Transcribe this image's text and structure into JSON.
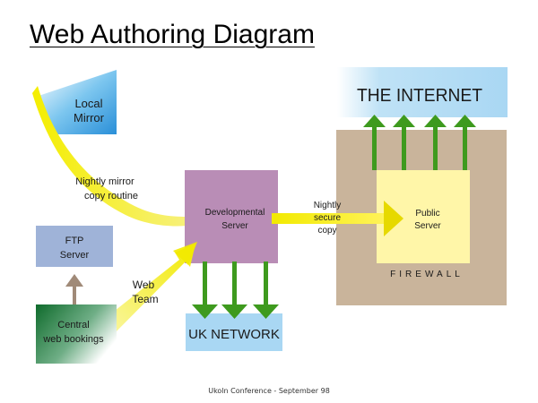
{
  "slide": {
    "title": "Web Authoring Diagram",
    "footer": "Ukoln Conference - September 98"
  },
  "nodes": {
    "local_mirror": {
      "line1": "Local",
      "line2": "Mirror"
    },
    "ftp_server": {
      "line1": "FTP",
      "line2": "Server"
    },
    "central_bookings": {
      "line1": "Central",
      "line2": "web bookings"
    },
    "developmental_server": {
      "line1": "Developmental",
      "line2": "Server"
    },
    "public_server": {
      "line1": "Public",
      "line2": "Server"
    },
    "the_internet": {
      "label": "THE INTERNET"
    },
    "uk_network": {
      "label": "UK NETWORK"
    },
    "firewall": {
      "label": "FIREWALL"
    }
  },
  "edges": {
    "mirror_copy": {
      "line1": "Nightly mirror",
      "line2": "copy routine"
    },
    "web_team": {
      "line1": "Web",
      "line2": "Team"
    },
    "secure_copy": {
      "line1": "Nightly",
      "line2": "secure",
      "line3": "copy"
    }
  },
  "colors": {
    "yellow_arrow": "#f2ea00",
    "green_arrow": "#3e9a1e",
    "firewall": "#c9b49b",
    "dev_server": "#b98db6",
    "public_server": "#fff6a8",
    "network_blue": "#a9d7f3",
    "ftp_blue": "#9fb3d8",
    "grey_arrow": "#a08a78"
  }
}
